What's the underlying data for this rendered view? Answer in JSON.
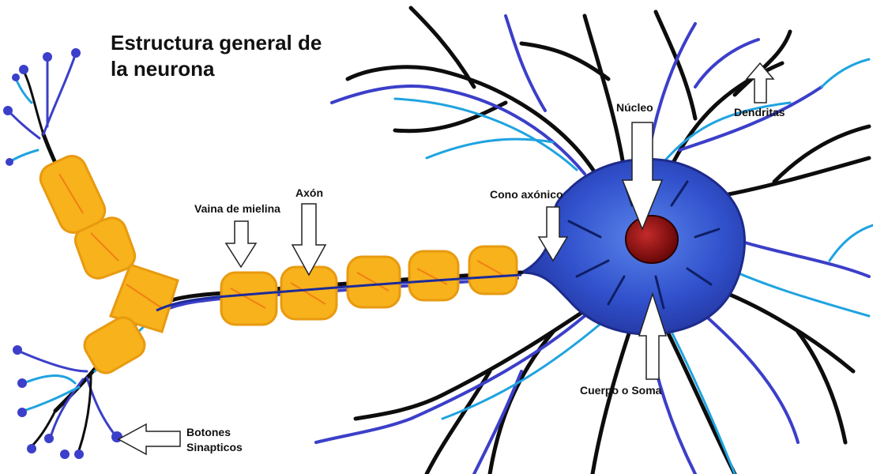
{
  "title": {
    "line1": "Estructura general de",
    "line2": "la neurona"
  },
  "labels": {
    "nucleo": "Núcleo",
    "dendritas": "Dendritas",
    "cono_axonico": "Cono axónico",
    "axon": "Axón",
    "vaina_mielina": "Vaina de mielina",
    "cuerpo_soma": "Cuerpo o Soma",
    "botones_line1": "Botones",
    "botones_line2": "Sinapticos"
  },
  "colors": {
    "cell_body": "#2f49c7",
    "cell_body_light": "#4a74e0",
    "dendrite_dark": "#0d0d0d",
    "dendrite_blue": "#3b3fc9",
    "dendrite_cyan": "#1fa3e0",
    "nucleus": "#9c1212",
    "myelin": "#f7b21c",
    "myelin_light": "#ffd24a",
    "arrow_fill": "#ffffff",
    "arrow_stroke": "#222222"
  }
}
